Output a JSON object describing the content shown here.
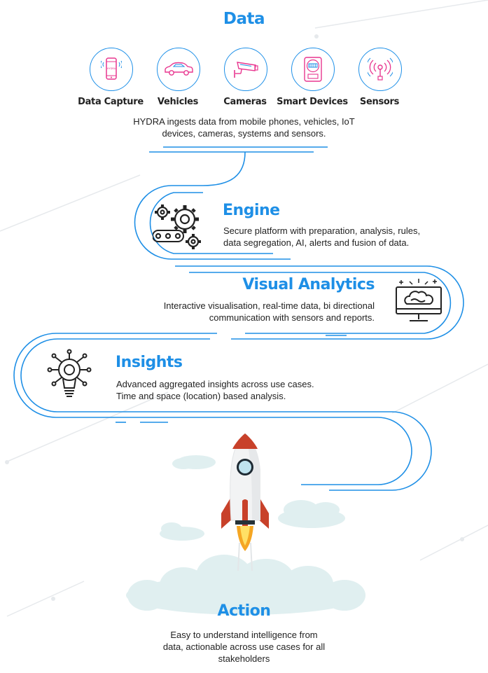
{
  "data_section": {
    "title": "Data",
    "icons": [
      {
        "label": "Data Capture",
        "icon": "mobile-phone-icon",
        "phone_text": "HYDRA"
      },
      {
        "label": "Vehicles",
        "icon": "car-icon"
      },
      {
        "label": "Cameras",
        "icon": "security-camera-icon"
      },
      {
        "label": "Smart Devices",
        "icon": "smart-meter-icon"
      },
      {
        "label": "Sensors",
        "icon": "sensor-signal-icon"
      }
    ],
    "description_line1": "HYDRA ingests data from mobile phones, vehicles, IoT",
    "description_line2": "devices, cameras, systems and sensors."
  },
  "engine": {
    "title": "Engine",
    "line1": "Secure platform with preparation, analysis, rules,",
    "line2": "data segregation, AI, alerts and fusion of data.",
    "icon": "gears-icon"
  },
  "visual_analytics": {
    "title": "Visual Analytics",
    "line1": "Interactive visualisation, real-time data, bi directional",
    "line2": "communication with sensors and reports.",
    "icon": "monitor-cloud-icon"
  },
  "insights": {
    "title": "Insights",
    "line1": "Advanced aggregated insights across use cases.",
    "line2": "Time and space (location) based analysis.",
    "icon": "lightbulb-network-icon"
  },
  "action": {
    "title": "Action",
    "line1": "Easy to understand intelligence from",
    "line2": "data, actionable across use cases for all",
    "line3": "stakeholders",
    "icon": "rocket-icon"
  },
  "colors": {
    "accent": "#1e8fe6",
    "pink": "#e8368f",
    "rocket_red": "#c8412a",
    "cloud": "#dfeef0"
  }
}
